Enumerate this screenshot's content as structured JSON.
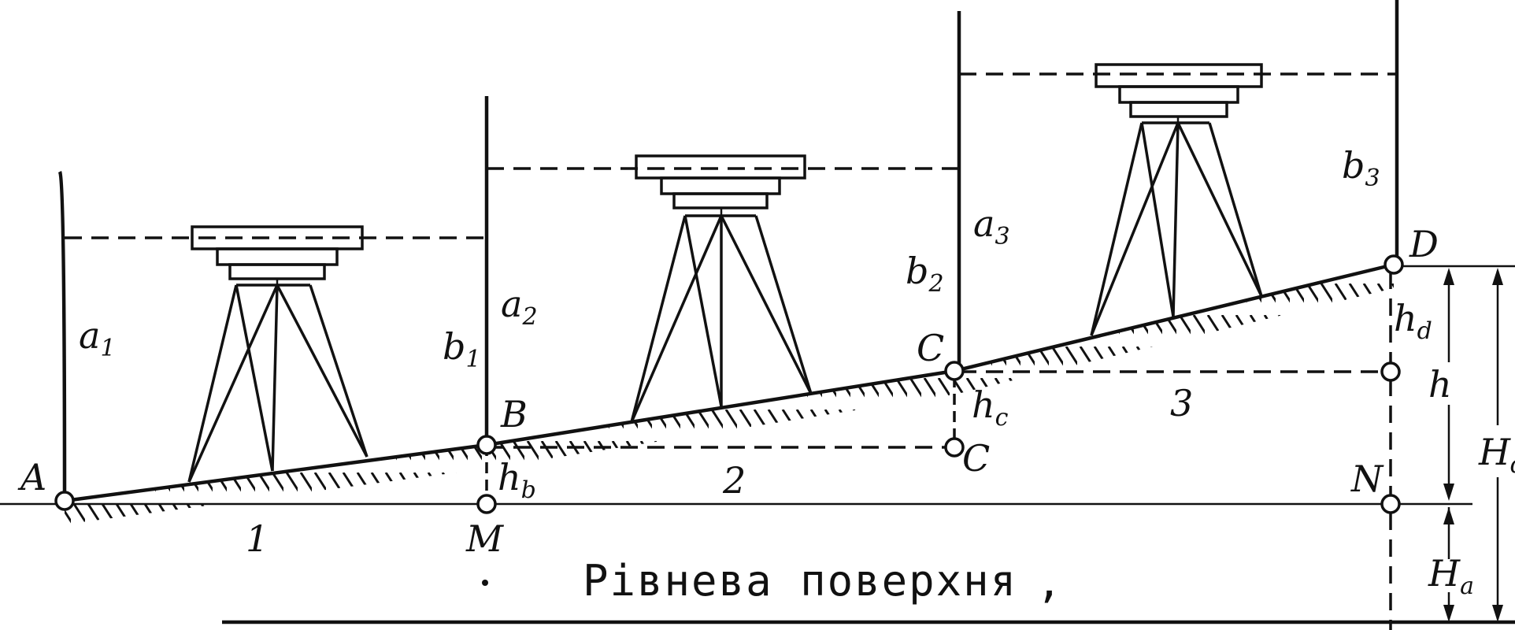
{
  "points": {
    "A": "A",
    "B": "B",
    "C": "C",
    "C_lower": "C",
    "D": "D",
    "M": "M",
    "N": "N"
  },
  "readings": {
    "a1": {
      "base": "a",
      "sub": "1"
    },
    "b1": {
      "base": "b",
      "sub": "1"
    },
    "a2": {
      "base": "a",
      "sub": "2"
    },
    "b2": {
      "base": "b",
      "sub": "2"
    },
    "a3": {
      "base": "a",
      "sub": "3"
    },
    "b3": {
      "base": "b",
      "sub": "3"
    }
  },
  "heights": {
    "hb": {
      "base": "h",
      "sub": "b"
    },
    "hc": {
      "base": "h",
      "sub": "c"
    },
    "hd": {
      "base": "h",
      "sub": "d"
    },
    "h": "h",
    "Hd": {
      "base": "H",
      "sub": "d"
    },
    "Ha": {
      "base": "H",
      "sub": "a"
    }
  },
  "stations": [
    "1",
    "2",
    "3"
  ],
  "surface_label": "Рівнева поверхня",
  "surface_comma": ","
}
